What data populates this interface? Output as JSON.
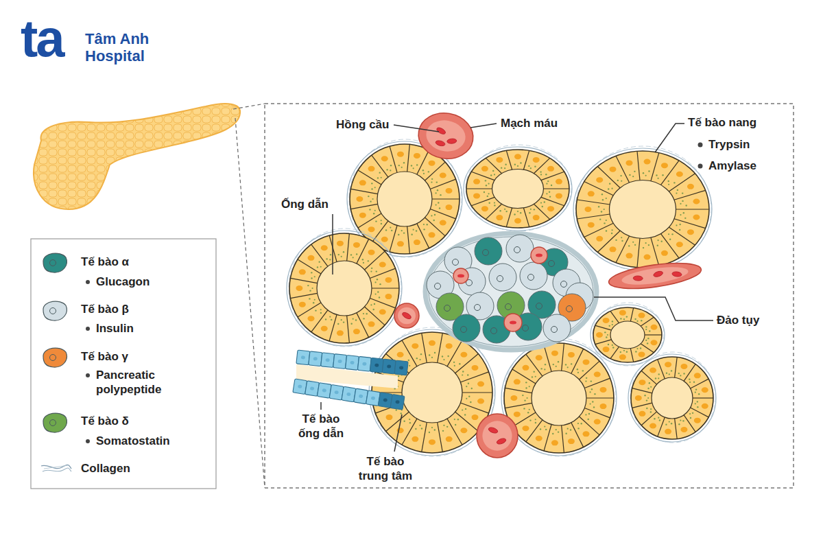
{
  "diagram": {
    "labels": [
      "ta",
      "Tâm Anh Hospital",
      "Hồng cầu",
      "Mạch máu",
      "Tế bào nang",
      "Trypsin",
      "Amylase",
      "Ống dẫn",
      "Đảo tụy",
      "Tế bào ống dẫn",
      "Tế bào trung tâm",
      "Glucagon",
      "Insulin",
      "Pancreatic polypeptide",
      "Somatostatin"
    ],
    "legend": [
      {
        "text": "Tế bào α",
        "color": "#2b8c84"
      },
      {
        "text": "Tế bào β",
        "color": "#d3dfe5"
      },
      {
        "text": "Tế bào γ",
        "color": "#ef8a3a"
      },
      {
        "text": "Tế bào δ",
        "color": "#6fa84c"
      },
      {
        "text": "Collagen"
      }
    ]
  }
}
